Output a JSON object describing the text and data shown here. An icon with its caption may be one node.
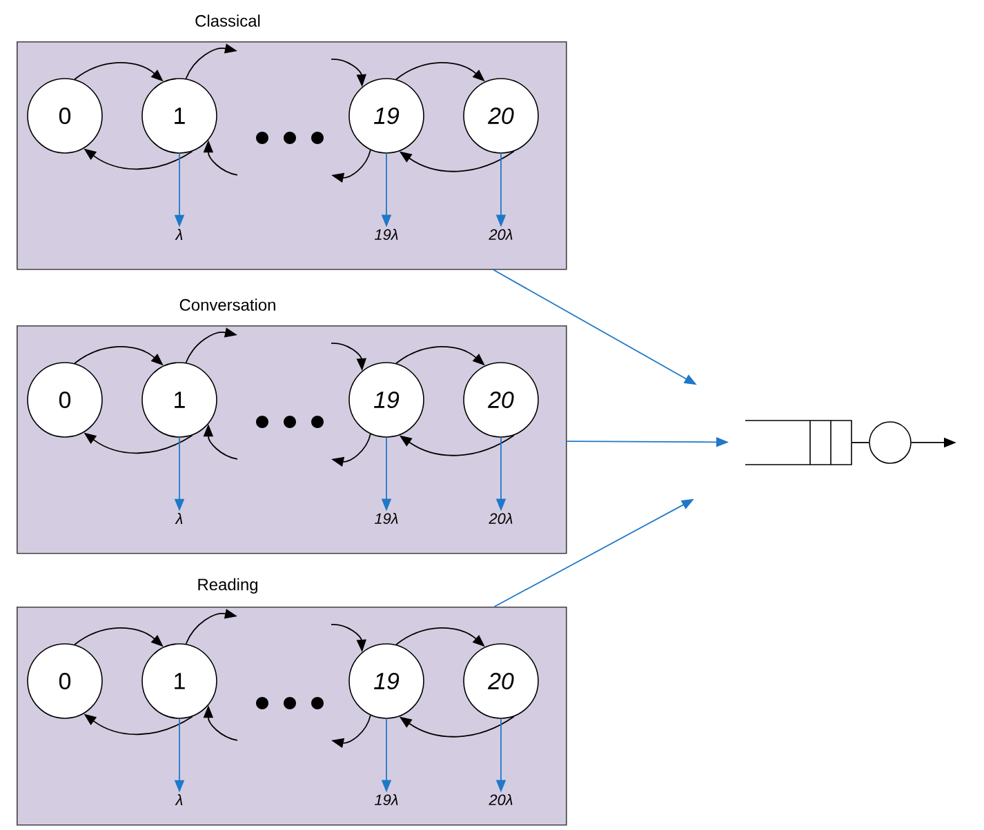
{
  "diagram": {
    "nodes": [
      {
        "text": [
          "Classical"
        ]
      },
      {
        "text": [
          "0"
        ],
        "in": 0
      },
      {
        "text": [
          "1"
        ],
        "in": 0
      },
      {
        "text": [
          "19"
        ],
        "in": 0
      },
      {
        "text": [
          "20"
        ],
        "in": 0
      },
      {
        "text": [
          "λ"
        ],
        "in": 0
      },
      {
        "text": [
          "19λ"
        ],
        "in": 0
      },
      {
        "text": [
          "20λ"
        ],
        "in": 0
      },
      {
        "text": [
          "Conversation"
        ]
      },
      {
        "text": [
          "0"
        ],
        "in": 8
      },
      {
        "text": [
          "1"
        ],
        "in": 8
      },
      {
        "text": [
          "19"
        ],
        "in": 8
      },
      {
        "text": [
          "20"
        ],
        "in": 8
      },
      {
        "text": [
          "λ"
        ],
        "in": 8
      },
      {
        "text": [
          "19λ"
        ],
        "in": 8
      },
      {
        "text": [
          "20λ"
        ],
        "in": 8
      },
      {
        "text": [
          "Reading"
        ]
      },
      {
        "text": [
          "0"
        ],
        "in": 16
      },
      {
        "text": [
          "1"
        ],
        "in": 16
      },
      {
        "text": [
          "19"
        ],
        "in": 16
      },
      {
        "text": [
          "20"
        ],
        "in": 16
      },
      {
        "text": [
          "λ"
        ],
        "in": 16
      },
      {
        "text": [
          "19λ"
        ],
        "in": 16
      },
      {
        "text": [
          "20λ"
        ],
        "in": 16
      },
      {
        "text": [],
        "shape": "queue"
      },
      {
        "text": [],
        "shape": "circle"
      }
    ],
    "edges": [
      {
        "from": 1,
        "to": 2,
        "arrow": "to"
      },
      {
        "from": 2,
        "to": 1,
        "arrow": "to"
      },
      {
        "from": 2,
        "to": null,
        "arrow": "to"
      },
      {
        "from": null,
        "to": 2,
        "arrow": "to"
      },
      {
        "from": null,
        "to": 3,
        "arrow": "to"
      },
      {
        "from": 3,
        "to": null,
        "arrow": "to"
      },
      {
        "from": 3,
        "to": 4,
        "arrow": "to"
      },
      {
        "from": 4,
        "to": 3,
        "arrow": "to"
      },
      {
        "from": 2,
        "to": 5,
        "arrow": "to",
        "color": "#1f78c8"
      },
      {
        "from": 3,
        "to": 6,
        "arrow": "to",
        "color": "#1f78c8"
      },
      {
        "from": 4,
        "to": 7,
        "arrow": "to",
        "color": "#1f78c8"
      },
      {
        "from": 9,
        "to": 10,
        "arrow": "to"
      },
      {
        "from": 10,
        "to": 9,
        "arrow": "to"
      },
      {
        "from": 10,
        "to": null,
        "arrow": "to"
      },
      {
        "from": null,
        "to": 10,
        "arrow": "to"
      },
      {
        "from": null,
        "to": 11,
        "arrow": "to"
      },
      {
        "from": 11,
        "to": null,
        "arrow": "to"
      },
      {
        "from": 11,
        "to": 12,
        "arrow": "to"
      },
      {
        "from": 12,
        "to": 11,
        "arrow": "to"
      },
      {
        "from": 10,
        "to": 13,
        "arrow": "to",
        "color": "#1f78c8"
      },
      {
        "from": 11,
        "to": 14,
        "arrow": "to",
        "color": "#1f78c8"
      },
      {
        "from": 12,
        "to": 15,
        "arrow": "to",
        "color": "#1f78c8"
      },
      {
        "from": 17,
        "to": 18,
        "arrow": "to"
      },
      {
        "from": 18,
        "to": 17,
        "arrow": "to"
      },
      {
        "from": 18,
        "to": null,
        "arrow": "to"
      },
      {
        "from": null,
        "to": 18,
        "arrow": "to"
      },
      {
        "from": null,
        "to": 19,
        "arrow": "to"
      },
      {
        "from": 19,
        "to": null,
        "arrow": "to"
      },
      {
        "from": 19,
        "to": 20,
        "arrow": "to"
      },
      {
        "from": 20,
        "to": 19,
        "arrow": "to"
      },
      {
        "from": 18,
        "to": 21,
        "arrow": "to",
        "color": "#1f78c8"
      },
      {
        "from": 19,
        "to": 22,
        "arrow": "to",
        "color": "#1f78c8"
      },
      {
        "from": 20,
        "to": 23,
        "arrow": "to",
        "color": "#1f78c8"
      },
      {
        "from": 0,
        "to": 24,
        "arrow": "to",
        "color": "#1f78c8"
      },
      {
        "from": 8,
        "to": 24,
        "arrow": "to",
        "color": "#1f78c8"
      },
      {
        "from": 16,
        "to": 24,
        "arrow": "to",
        "color": "#1f78c8"
      },
      {
        "from": 24,
        "to": 25,
        "arrow": "none"
      },
      {
        "from": 25,
        "to": null,
        "arrow": "to"
      }
    ]
  }
}
